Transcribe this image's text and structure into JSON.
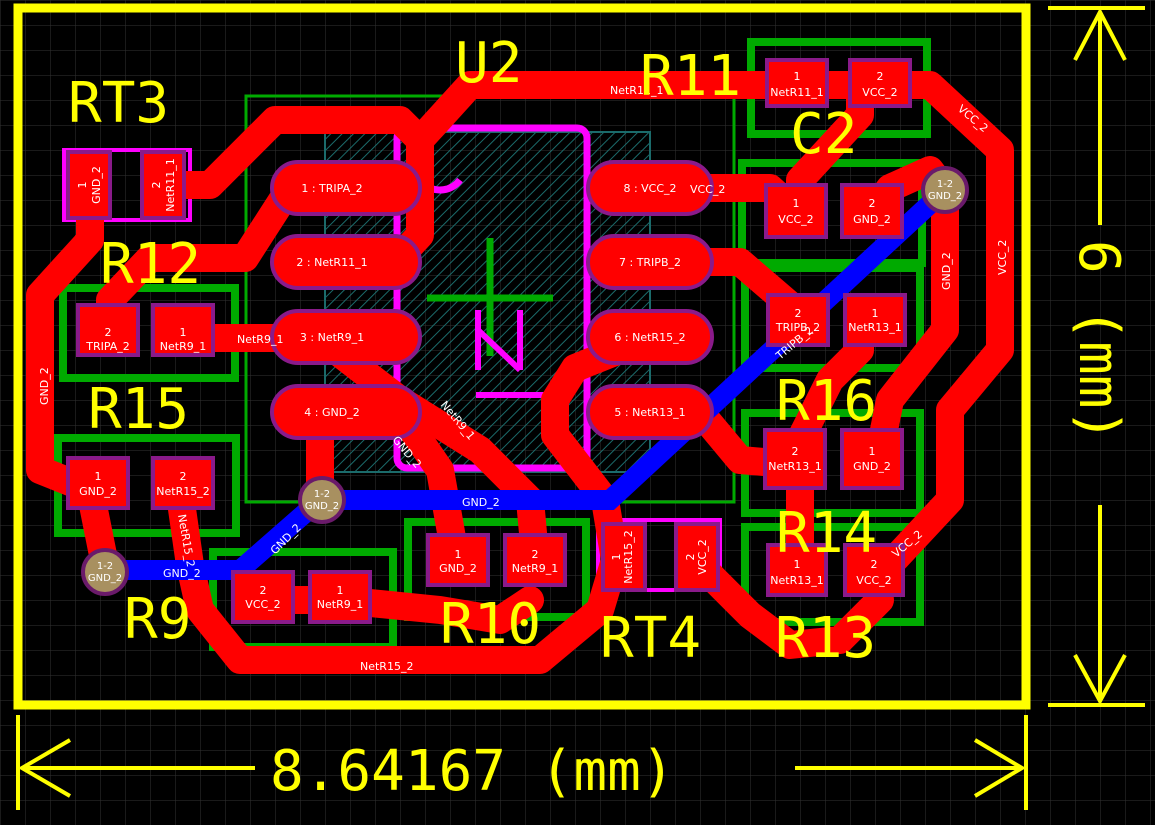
{
  "dimensions": {
    "width_label": "8.64167 (mm)",
    "height_label": "6 (mm)"
  },
  "components": {
    "U2": "U2",
    "R11": "R11",
    "RT3": "RT3",
    "C2": "C2",
    "R12": "R12",
    "R15": "R15",
    "R16": "R16",
    "R14": "R14",
    "R9": "R9",
    "R10": "R10",
    "RT4": "RT4",
    "R13": "R13"
  },
  "u2_pins": {
    "p1": "1 : TRIPA_2",
    "p2": "2 : NetR11_1",
    "p3": "3 : NetR9_1",
    "p4": "4 : GND_2",
    "p5": "5 : NetR13_1",
    "p6": "6 : NetR15_2",
    "p7": "7 : TRIPB_2",
    "p8": "8 : VCC_2"
  },
  "pads": {
    "r11_1": [
      "1",
      "NetR11_1"
    ],
    "r11_2": [
      "2",
      "VCC_2"
    ],
    "c2_1": [
      "1",
      "VCC_2"
    ],
    "c2_2": [
      "2",
      "GND_2"
    ],
    "r12_2": [
      "2",
      "TRIPA_2"
    ],
    "r12_1": [
      "1",
      "NetR9_1"
    ],
    "r16a_2": [
      "2",
      "TRIPB_2"
    ],
    "r16a_1": [
      "1",
      "NetR13_1"
    ],
    "r16b_2": [
      "2",
      "NetR13_1"
    ],
    "r16b_1": [
      "1",
      "GND_2"
    ],
    "r15_1": [
      "1",
      "GND_2"
    ],
    "r15_2": [
      "2",
      "NetR15_2"
    ],
    "r14_1": [
      "1",
      "NetR13_1"
    ],
    "r14_2": [
      "2",
      "VCC_2"
    ],
    "r9_2": [
      "2",
      "VCC_2"
    ],
    "r9_1": [
      "1",
      "NetR9_1"
    ],
    "r10_1": [
      "1",
      "GND_2"
    ],
    "r10_2": [
      "2",
      "NetR9_1"
    ],
    "rt3_1": [
      "1",
      "GND_2"
    ],
    "rt3_2": [
      "2",
      "NetR11_1"
    ],
    "rt4_1": [
      "1",
      "NetR15_2"
    ],
    "rt4_2": [
      "2",
      "VCC_2"
    ]
  },
  "vias": {
    "via_tr": [
      "1-2",
      "GND_2"
    ],
    "via_mid": [
      "1-2",
      "GND_2"
    ],
    "via_bl": [
      "1-2",
      "GND_2"
    ]
  },
  "net_labels": {
    "netr11_top": "NetR11_1",
    "vcc_right_top": "VCC_2",
    "vcc_right": "VCC_2",
    "gnd_right": "GND_2",
    "vcc_pin8": "VCC_2",
    "netr9_mid": "NetR9_1",
    "netr9_diag": "NetR9_1",
    "gnd_left": "GND_2",
    "gnd_diag": "GND_2",
    "gnd_bottom": "GND_2",
    "gnd_blue_left": "GND_2",
    "gnd_blue_short": "GND_2",
    "netr15_vert": "NetR15_2",
    "netr15_bottom": "NetR15_2",
    "tripb_diag": "TRIPB_2",
    "vcc_r14": "VCC_2"
  },
  "colors": {
    "top_copper": "#ff0000",
    "bottom_copper": "#0000ff",
    "silkscreen": "#ffff00",
    "courtyard": "#00aa00",
    "solder_mask": "#ff00ff",
    "grid": "#3a3a3a"
  }
}
